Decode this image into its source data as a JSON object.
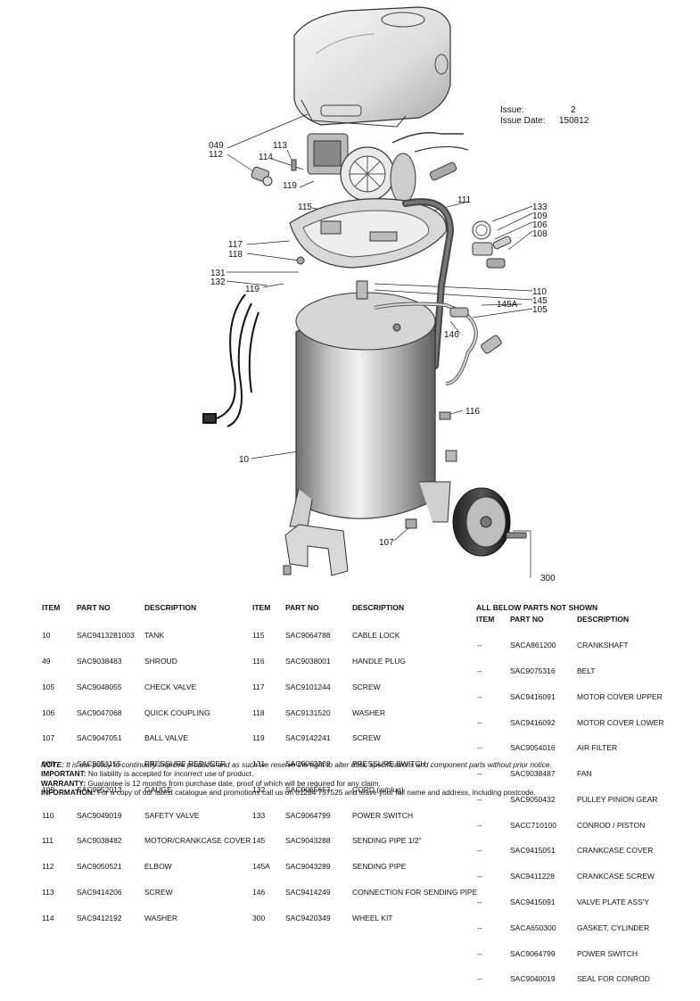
{
  "issue": {
    "label": "Issue:",
    "value": "2",
    "date_label": "Issue Date:",
    "date_value": "150812"
  },
  "callouts": {
    "c049": "049",
    "c112": "112",
    "c113": "113",
    "c114": "114",
    "c119a": "119",
    "c111": "111",
    "c115": "115",
    "c133": "133",
    "c109": "109",
    "c106": "106",
    "c108": "108",
    "c117": "117",
    "c118": "118",
    "c131": "131",
    "c132": "132",
    "c119b": "119",
    "c110": "110",
    "c145": "145",
    "c145a": "145A",
    "c105": "105",
    "c146": "146",
    "c116": "116",
    "c10": "10",
    "c107": "107",
    "c300": "300"
  },
  "table1": {
    "headers": {
      "item": "ITEM",
      "part": "PART NO",
      "desc": "DESCRIPTION"
    },
    "rows": [
      {
        "item": "10",
        "part": "SAC9413281003",
        "desc": "TANK"
      },
      {
        "item": "49",
        "part": "SAC9038483",
        "desc": "SHROUD"
      },
      {
        "item": "105",
        "part": "SAC9048055",
        "desc": "CHECK VALVE"
      },
      {
        "item": "106",
        "part": "SAC9047068",
        "desc": "QUICK COUPLING"
      },
      {
        "item": "107",
        "part": "SAC9047051",
        "desc": "BALL VALVE"
      },
      {
        "item": "108",
        "part": "SAC9051155",
        "desc": "PRESSURE REDUCER"
      },
      {
        "item": "109",
        "part": "SAC9052013",
        "desc": "GAUGE"
      },
      {
        "item": "110",
        "part": "SAC9049019",
        "desc": "SAFETY VALVE"
      },
      {
        "item": "111",
        "part": "SAC9038482",
        "desc": "MOTOR/CRANKCASE COVER"
      },
      {
        "item": "112",
        "part": "SAC9050521",
        "desc": "ELBOW"
      },
      {
        "item": "113",
        "part": "SAC9414206",
        "desc": "SCREW"
      },
      {
        "item": "114",
        "part": "SAC9412192",
        "desc": "WASHER"
      }
    ]
  },
  "table2": {
    "headers": {
      "item": "ITEM",
      "part": "PART NO",
      "desc": "DESCRIPTION"
    },
    "rows": [
      {
        "item": "115",
        "part": "SAC9064788",
        "desc": "CABLE LOCK"
      },
      {
        "item": "116",
        "part": "SAC9038001",
        "desc": "HANDLE PLUG"
      },
      {
        "item": "117",
        "part": "SAC9101244",
        "desc": "SCREW"
      },
      {
        "item": "118",
        "part": "SAC9131520",
        "desc": "WASHER"
      },
      {
        "item": "119",
        "part": "SAC9142241",
        "desc": "SCREW"
      },
      {
        "item": "131",
        "part": "SAC9063202",
        "desc": "PRESSURE SWITCH"
      },
      {
        "item": "132",
        "part": "SAC9065657",
        "desc": "CORD (w/plug)"
      },
      {
        "item": "133",
        "part": "SAC9064799",
        "desc": "POWER SWITCH"
      },
      {
        "item": "145",
        "part": "SAC9043288",
        "desc": "SENDING PIPE 1/2\""
      },
      {
        "item": "145A",
        "part": "SAC9043289",
        "desc": "SENDING PIPE"
      },
      {
        "item": "146",
        "part": "SAC9414249",
        "desc": "CONNECTION FOR SENDING PIPE"
      },
      {
        "item": "300",
        "part": "SAC9420349",
        "desc": "WHEEL KIT"
      }
    ]
  },
  "table3": {
    "title": "ALL BELOW PARTS NOT SHOWN",
    "headers": {
      "item": "ITEM",
      "part": "PART NO",
      "desc": "DESCRIPTION"
    },
    "rows": [
      {
        "item": "--",
        "part": "SACA861200",
        "desc": "CRANKSHAFT"
      },
      {
        "item": "--",
        "part": "SAC9075316",
        "desc": "BELT"
      },
      {
        "item": "--",
        "part": "SAC9416091",
        "desc": "MOTOR COVER UPPER"
      },
      {
        "item": "--",
        "part": "SAC9416092",
        "desc": "MOTOR COVER LOWER"
      },
      {
        "item": "--",
        "part": "SAC9054016",
        "desc": "AIR FILTER"
      },
      {
        "item": "--",
        "part": "SAC9038487",
        "desc": "FAN"
      },
      {
        "item": "--",
        "part": "SAC9050432",
        "desc": "PULLEY PINION GEAR"
      },
      {
        "item": "--",
        "part": "SACC710100",
        "desc": "CONROD / PISTON"
      },
      {
        "item": "--",
        "part": "SAC9415051",
        "desc": "CRANKCASE COVER"
      },
      {
        "item": "--",
        "part": "SAC9411228",
        "desc": "CRANKCASE SCREW"
      },
      {
        "item": "--",
        "part": "SAC9415091",
        "desc": "VALVE PLATE ASS'Y"
      },
      {
        "item": "--",
        "part": "SACA650300",
        "desc": "GASKET, CYLINDER"
      },
      {
        "item": "--",
        "part": "SAC9064799",
        "desc": "POWER SWITCH"
      },
      {
        "item": "--",
        "part": "SAC9040019",
        "desc": "SEAL FOR CONROD"
      }
    ]
  },
  "notes": {
    "note_label": "NOTE:",
    "note_text": "It is our policy to continually improve products and as such we reserve the right to alter data, specifications and component parts without prior notice.",
    "important_label": "IMPORTANT:",
    "important_text": "No liability is accepted for incorrect use of product.",
    "warranty_label": "WARRANTY:",
    "warranty_text": "Guarantee is 12 months from purchase date, proof of which will be required for any claim.",
    "info_label": "INFORMATION:",
    "info_text": "For a copy of our latest catalogue and promotions call us on 01284 757525 and leave your full name and address, including postcode."
  }
}
